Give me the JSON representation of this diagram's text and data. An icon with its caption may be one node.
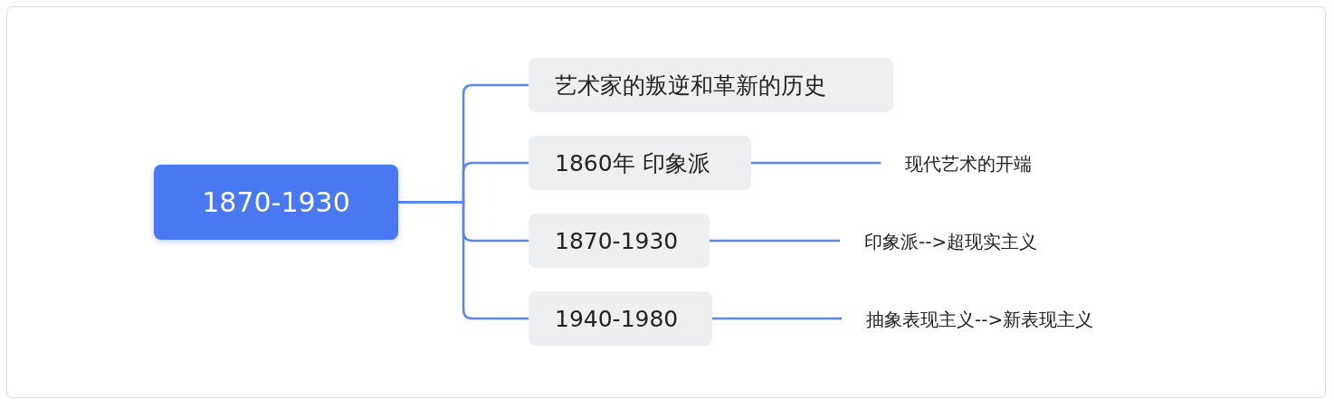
{
  "diagram": {
    "nodes": [
      {
        "text": [
          "1870-1930"
        ]
      },
      {
        "text": [
          "艺术家的叛逆和革新的历史"
        ]
      },
      {
        "text": [
          "1860年 印象派"
        ]
      },
      {
        "text": [
          "1870-1930"
        ]
      },
      {
        "text": [
          "1940-1980"
        ]
      },
      {
        "text": [
          "现代艺术的开端"
        ]
      },
      {
        "text": [
          "印象派-->超现实主义"
        ]
      },
      {
        "text": [
          "抽象表现主义-->新表现主义"
        ]
      }
    ],
    "edges": [
      {
        "from": 0,
        "to": 1,
        "arrow": "none"
      },
      {
        "from": 0,
        "to": 2,
        "arrow": "none"
      },
      {
        "from": 0,
        "to": 3,
        "arrow": "none"
      },
      {
        "from": 0,
        "to": 4,
        "arrow": "none"
      },
      {
        "from": 2,
        "to": 5,
        "arrow": "none"
      },
      {
        "from": 3,
        "to": 6,
        "arrow": "none"
      },
      {
        "from": 4,
        "to": 7,
        "arrow": "none"
      }
    ]
  }
}
